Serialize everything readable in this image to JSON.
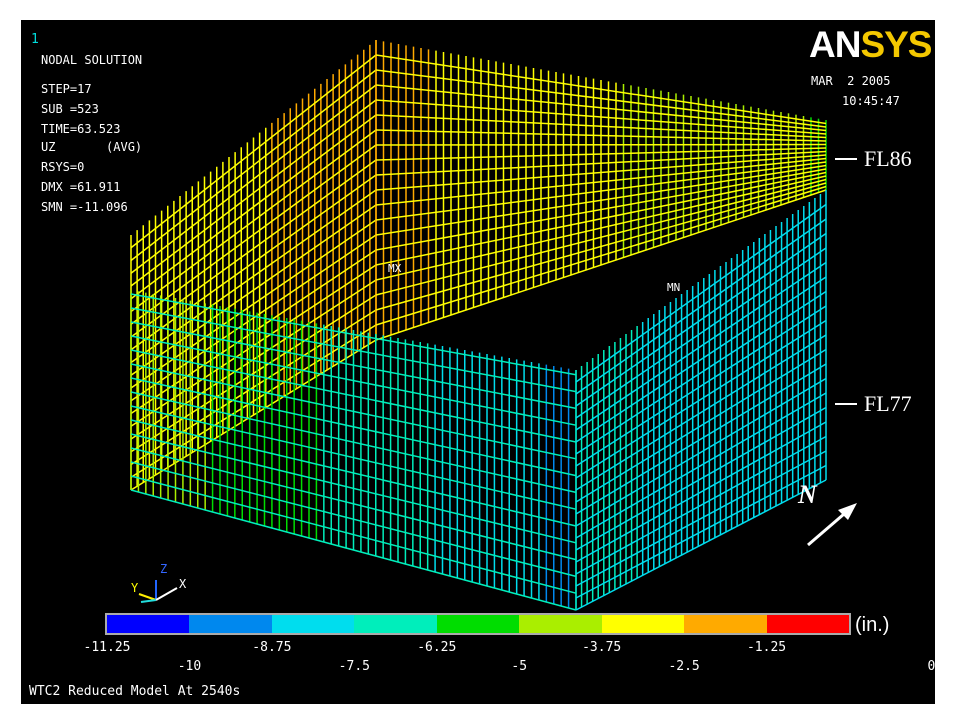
{
  "plot_number": "1",
  "title": "NODAL SOLUTION",
  "info_lines": [
    "STEP=17",
    "SUB =523",
    "TIME=63.523",
    "UZ       (AVG)",
    "RSYS=0",
    "DMX =61.911",
    "SMN =-11.096"
  ],
  "logo": {
    "part1": "AN",
    "part2": "SYS"
  },
  "date": "MAR  2 2005",
  "time": "10:45:47",
  "labels": {
    "mx": "MX",
    "mn": "MN",
    "fl86": "FL86",
    "fl77": "FL77",
    "north": "N"
  },
  "axis_triad": {
    "x": "X",
    "y": "Y",
    "z": "Z"
  },
  "legend": {
    "units": "(in.)",
    "colors": [
      "#0000ff",
      "#0088ee",
      "#00ddee",
      "#00eebb",
      "#00dd00",
      "#aaee00",
      "#ffff00",
      "#ffaa00",
      "#ff0000"
    ],
    "ticks_top": [
      "-11.25",
      "-8.75",
      "-6.25",
      "-3.75",
      "-1.25"
    ],
    "ticks_bottom": [
      "-10",
      "-7.5",
      "-5",
      "-2.5",
      "0"
    ]
  },
  "footer": "WTC2 Reduced Model At 2540s"
}
